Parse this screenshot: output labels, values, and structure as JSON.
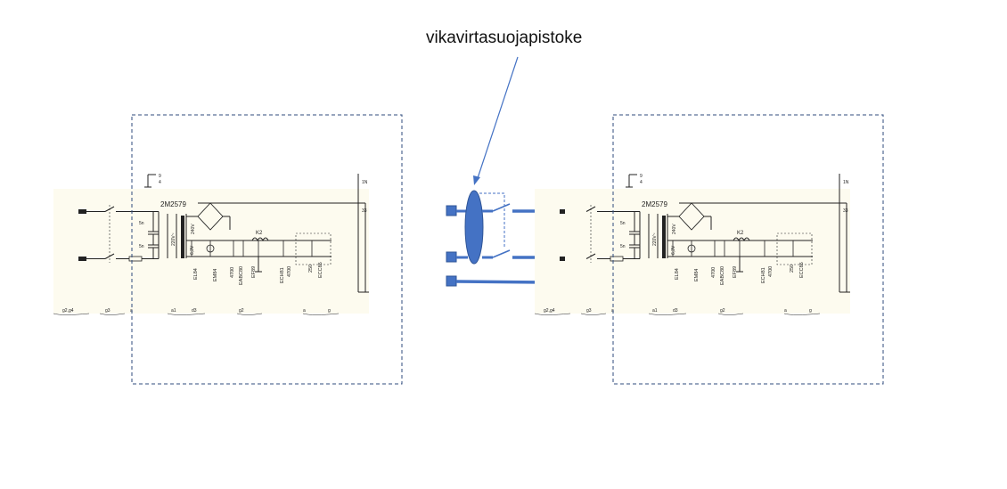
{
  "callout": {
    "label": "vikavirtasuojapistoke"
  },
  "schematic": {
    "transformer_id": "2M2579",
    "primary_voltage": "220V~",
    "secondary_voltage": "240V",
    "filament_voltage": "6,3V",
    "cap_left_top": "5n",
    "cap_left_bottom": "5n",
    "inductor": "K2",
    "cap_4700_a": "4700",
    "cap_4700_b": "4700",
    "cap_250": "250",
    "tube_labels": [
      "EL84",
      "EM84",
      "EABC80",
      "EF89",
      "ECH81",
      "ECC85"
    ],
    "corner_labels": [
      "1N",
      "33"
    ],
    "switch_label": "9",
    "switch_label_b": "4",
    "bottom_labels": [
      "g2,g4",
      "g3",
      "a",
      "a1",
      "d3",
      "g2",
      "a",
      "g"
    ]
  },
  "colors": {
    "accent": "#4472c4",
    "dashed_box": "#2f4b7c",
    "ink": "#222222",
    "paper": "#fdfbef"
  }
}
